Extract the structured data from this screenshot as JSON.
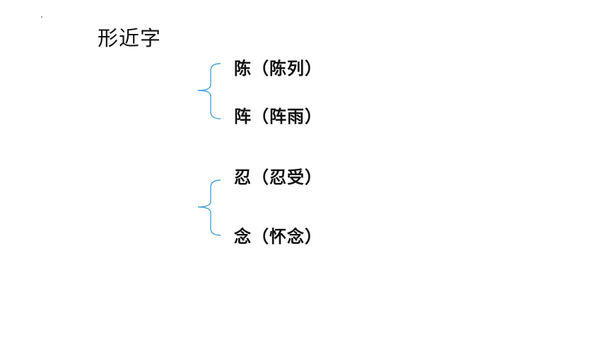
{
  "slide": {
    "title": "形近字"
  },
  "groups": [
    {
      "items": [
        {
          "char": "陈",
          "word": "陈列"
        },
        {
          "char": "阵",
          "word": "阵雨"
        }
      ]
    },
    {
      "items": [
        {
          "char": "忍",
          "word": "忍受"
        },
        {
          "char": "念",
          "word": "怀念"
        }
      ]
    }
  ],
  "colors": {
    "bracket": "#4aa3d8",
    "text": "#111111"
  }
}
